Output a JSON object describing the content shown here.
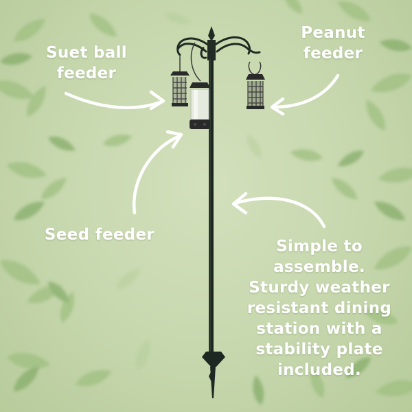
{
  "labels": {
    "suet": [
      "Suet ball",
      "feeder"
    ],
    "peanut": [
      "Peanut",
      "feeder"
    ],
    "seed": [
      "Seed feeder"
    ],
    "assembly": [
      "Simple to",
      "assemble.",
      "Sturdy weather",
      "resistant dining",
      "station with a",
      "stability plate",
      "included."
    ]
  },
  "colors": {
    "background": "#c6d7ad",
    "leaf_light": "#a9c48a",
    "leaf_dark": "#7fa865",
    "text": "#ffffff",
    "pole": "#1f2a22"
  }
}
